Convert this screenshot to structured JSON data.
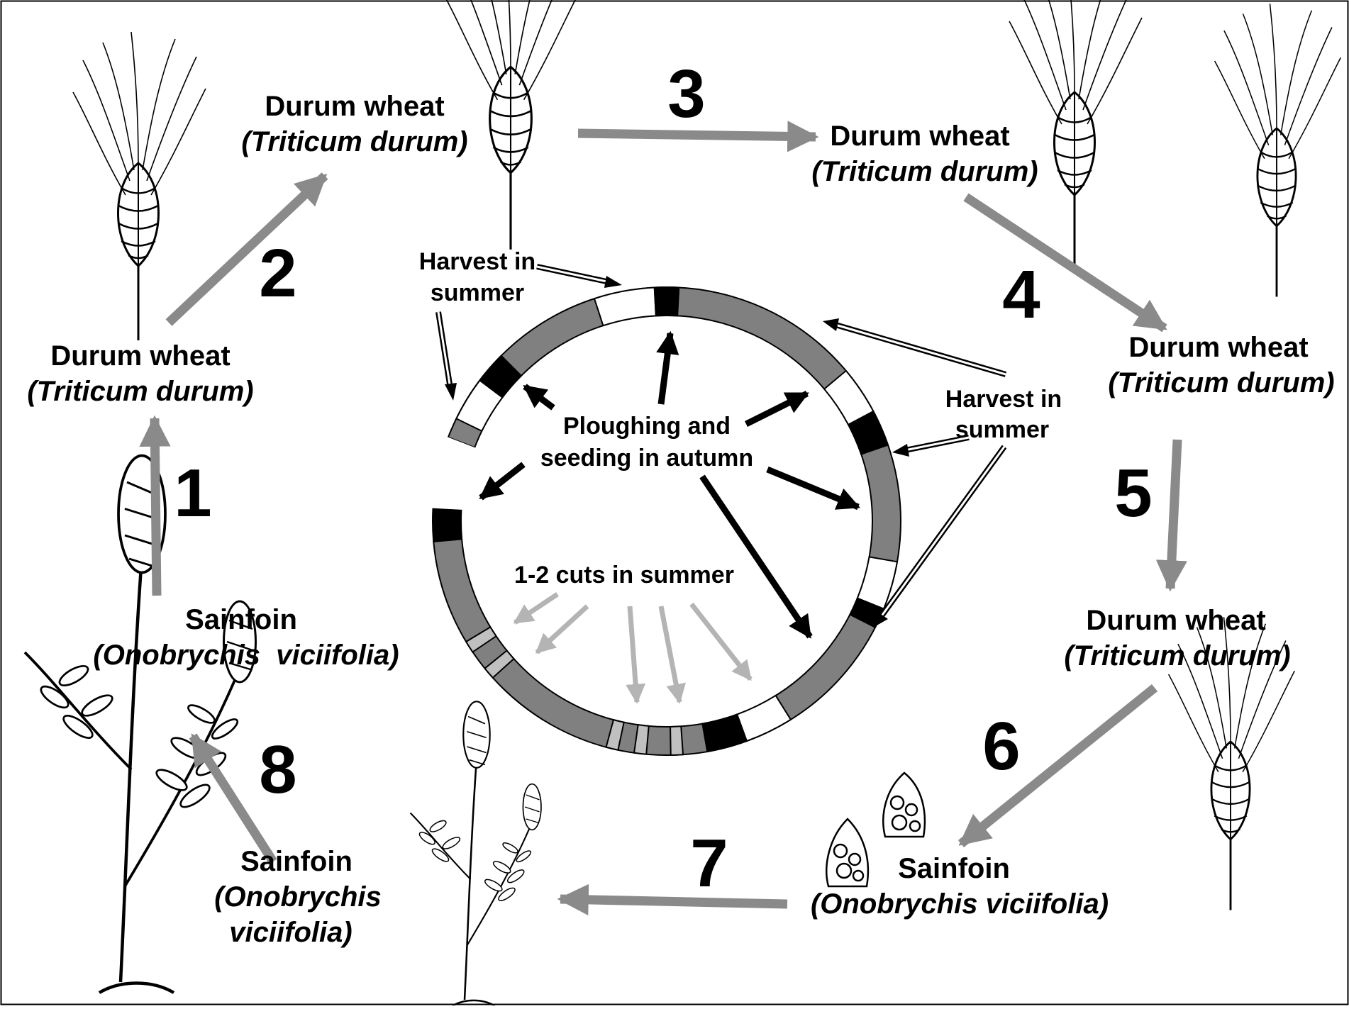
{
  "diagram": {
    "crop_labels": [
      {
        "id": "wheat-1",
        "common": "Durum wheat",
        "latin": "(Triticum durum)"
      },
      {
        "id": "wheat-2",
        "common": "Durum wheat",
        "latin": "(Triticum durum)"
      },
      {
        "id": "wheat-3",
        "common": "Durum wheat",
        "latin": "(Triticum durum)"
      },
      {
        "id": "wheat-4",
        "common": "Durum wheat",
        "latin": "(Triticum durum)"
      },
      {
        "id": "wheat-5",
        "common": "Durum wheat",
        "latin": "(Triticum durum)"
      },
      {
        "id": "sainfoin-6",
        "common": "Sainfoin",
        "latin": "(Onobrychis viciifolia)"
      },
      {
        "id": "sainfoin-7",
        "common": "Sainfoin",
        "latin": "(Onobrychis",
        "latin2": "viciifolia)"
      },
      {
        "id": "sainfoin-8",
        "common": "Sainfoin",
        "latin": "(Onobrychis  viciifolia)"
      }
    ],
    "step_numbers": [
      "1",
      "2",
      "3",
      "4",
      "5",
      "6",
      "7",
      "8"
    ],
    "annotations": {
      "harvest_left_line1": "Harvest in",
      "harvest_left_line2": "summer",
      "harvest_right_line1": "Harvest in",
      "harvest_right_line2": "summer",
      "ploughing_line1": "Ploughing and",
      "ploughing_line2": "seeding in autumn",
      "cuts": "1-2 cuts in summer"
    },
    "colors": {
      "ring_fill": "#808080",
      "cycle_arrow": "#8a8a8a",
      "ploughing_marker": "#000000",
      "harvest_marker": "#ffffff",
      "cut_marker": "#c0c0c0",
      "cut_arrow": "#b4b4b4"
    }
  }
}
